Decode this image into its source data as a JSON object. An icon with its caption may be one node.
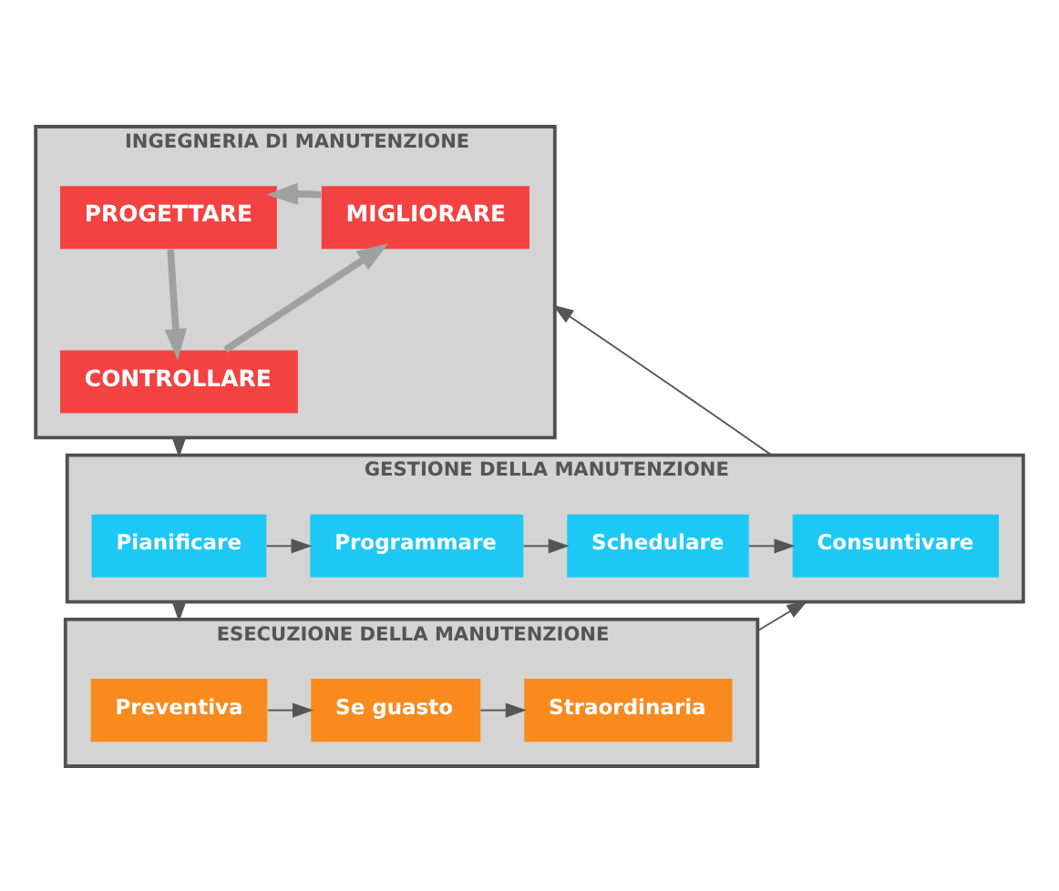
{
  "diagram": {
    "nodes": [
      {
        "text": [
          "INGEGNERIA DI MANUTENZIONE"
        ]
      },
      {
        "text": [
          "PROGETTARE"
        ],
        "in": 0
      },
      {
        "text": [
          "MIGLIORARE"
        ],
        "in": 0
      },
      {
        "text": [
          "CONTROLLARE"
        ],
        "in": 0
      },
      {
        "text": [
          "GESTIONE DELLA MANUTENZIONE"
        ]
      },
      {
        "text": [
          "Pianificare"
        ],
        "in": 4
      },
      {
        "text": [
          "Programmare"
        ],
        "in": 4
      },
      {
        "text": [
          "Schedulare"
        ],
        "in": 4
      },
      {
        "text": [
          "Consuntivare"
        ],
        "in": 4
      },
      {
        "text": [
          "ESECUZIONE DELLA MANUTENZIONE"
        ]
      },
      {
        "text": [
          "Preventiva"
        ],
        "in": 9
      },
      {
        "text": [
          "Se guasto"
        ],
        "in": 9
      },
      {
        "text": [
          "Straordinaria"
        ],
        "in": 9
      }
    ],
    "edges": [
      {
        "from": 1,
        "to": 3,
        "arrow": "to",
        "style": "thick",
        "color": "#a0a0a0"
      },
      {
        "from": 3,
        "to": 2,
        "arrow": "to",
        "style": "thick",
        "color": "#a0a0a0"
      },
      {
        "from": 2,
        "to": 1,
        "arrow": "to",
        "style": "thick",
        "color": "#a0a0a0"
      },
      {
        "from": 0,
        "to": 4,
        "arrow": "to"
      },
      {
        "from": 4,
        "to": 0,
        "arrow": "to"
      },
      {
        "from": 5,
        "to": 6,
        "arrow": "to"
      },
      {
        "from": 6,
        "to": 7,
        "arrow": "to"
      },
      {
        "from": 7,
        "to": 8,
        "arrow": "to"
      },
      {
        "from": 4,
        "to": 9,
        "arrow": "to"
      },
      {
        "from": 9,
        "to": 4,
        "arrow": "to"
      },
      {
        "from": 10,
        "to": 11,
        "arrow": "to"
      },
      {
        "from": 11,
        "to": 12,
        "arrow": "to"
      }
    ]
  }
}
